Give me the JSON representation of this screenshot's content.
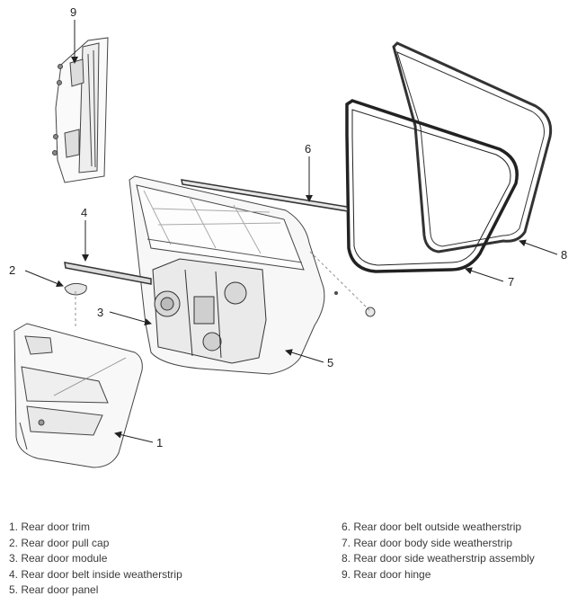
{
  "callouts": [
    "1",
    "2",
    "3",
    "4",
    "5",
    "6",
    "7",
    "8",
    "9"
  ],
  "legend": {
    "left": [
      "1. Rear door trim",
      "2. Rear door pull cap",
      "3. Rear door module",
      "4. Rear door belt inside weatherstrip",
      "5. Rear door panel"
    ],
    "right": [
      "6. Rear door belt outside weatherstrip",
      "7. Rear door body side weatherstrip",
      "8. Rear door side weatherstrip assembly",
      "9. Rear door hinge"
    ]
  }
}
